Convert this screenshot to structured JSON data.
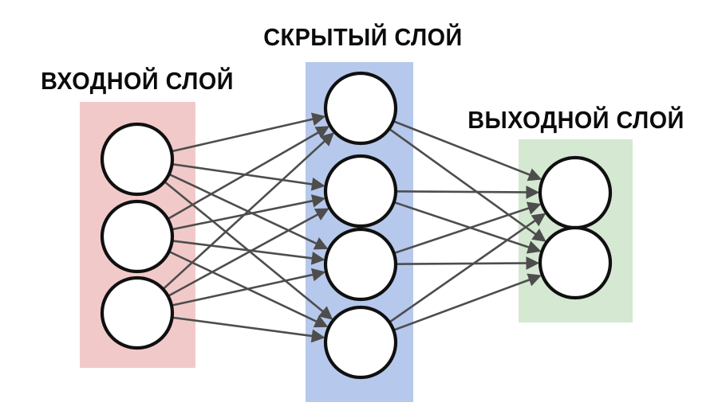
{
  "diagram": {
    "layers": [
      {
        "id": "input",
        "label": "ВХОДНОЙ СЛОЙ",
        "band_color": "#f2c9c9",
        "node_count": 3
      },
      {
        "id": "hidden",
        "label": "СКРЫТЫЙ СЛОЙ",
        "band_color": "#b6c8ec",
        "node_count": 4
      },
      {
        "id": "output",
        "label": "ВЫХОДНОЙ СЛОЙ",
        "band_color": "#d5e8d2",
        "node_count": 2
      }
    ],
    "connections": "fully-connected-feedforward",
    "node_fill": "#ffffff",
    "node_stroke": "#101010",
    "edge_color": "#4d4d4d",
    "background": "#ffffff",
    "label_color": "#0b0b0b"
  }
}
